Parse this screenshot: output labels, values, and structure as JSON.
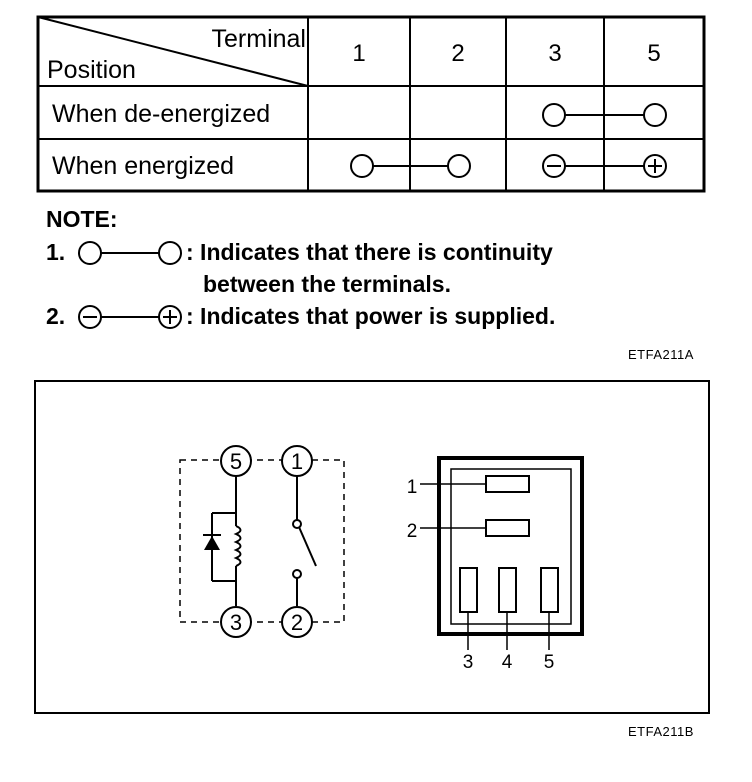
{
  "table": {
    "header_terminal": "Terminal",
    "header_position": "Position",
    "terminals": [
      "1",
      "2",
      "3",
      "5"
    ],
    "rows": [
      {
        "label": "When de-energized"
      },
      {
        "label": "When energized"
      }
    ]
  },
  "note": {
    "title": "NOTE:",
    "item1_num": "1.",
    "item1_text": ": Indicates that there is continuity",
    "item1_text2": "between the terminals.",
    "item2_num": "2.",
    "item2_text": ": Indicates that power is supplied."
  },
  "figure_code_a": "ETFA211A",
  "figure_code_b": "ETFA211B",
  "schematic": {
    "terminal_5": "5",
    "terminal_1": "1",
    "terminal_3": "3",
    "terminal_2": "2"
  },
  "connector": {
    "pin_1": "1",
    "pin_2": "2",
    "pin_3": "3",
    "pin_4": "4",
    "pin_5": "5"
  }
}
